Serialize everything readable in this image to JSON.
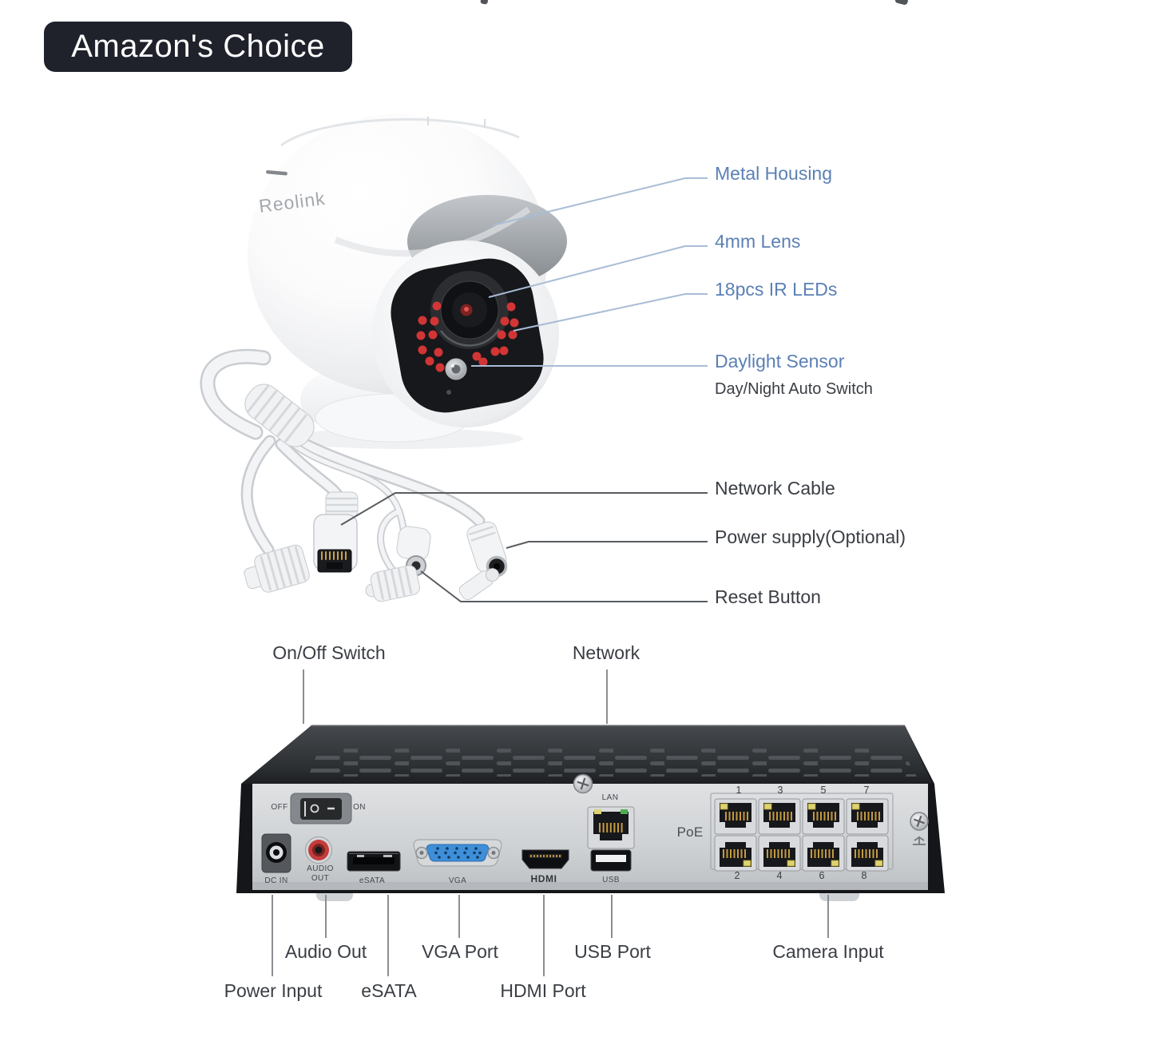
{
  "badge": {
    "label": "Amazon's Choice"
  },
  "camera": {
    "brand": "Reolink",
    "callouts": {
      "metal_housing": "Metal Housing",
      "lens": "4mm Lens",
      "ir_leds": "18pcs IR LEDs",
      "daylight_sensor": "Daylight Sensor",
      "daylight_sensor_sub": "Day/Night Auto Switch",
      "network_cable": "Network Cable",
      "power_supply": "Power supply(Optional)",
      "reset_button": "Reset Button"
    }
  },
  "nvr": {
    "callouts": {
      "on_off_switch": "On/Off Switch",
      "network": "Network",
      "power_input": "Power Input",
      "audio_out": "Audio Out",
      "esata": "eSATA",
      "vga_port": "VGA Port",
      "hdmi_port": "HDMI Port",
      "usb_port": "USB Port",
      "camera_input": "Camera Input"
    },
    "panel": {
      "switch_off": "OFF",
      "switch_on": "ON",
      "dc_in": "DC IN",
      "audio_out": "AUDIO OUT",
      "esata": "eSATA",
      "vga": "VGA",
      "hdmi": "HDMI",
      "lan": "LAN",
      "usb": "USB",
      "poe": "PoE",
      "port_numbers_top": [
        "1",
        "3",
        "5",
        "7"
      ],
      "port_numbers_bottom": [
        "2",
        "4",
        "6",
        "8"
      ]
    }
  },
  "colors": {
    "badge_bg": "#1f222b",
    "label_blue": "#5b80b5",
    "label_dark": "#3a3e44",
    "leader_blue": "#a9bcd6",
    "leader_dark": "#595c60",
    "ir_led_red": "#d23535",
    "vga_blue": "#3e8ed8"
  }
}
